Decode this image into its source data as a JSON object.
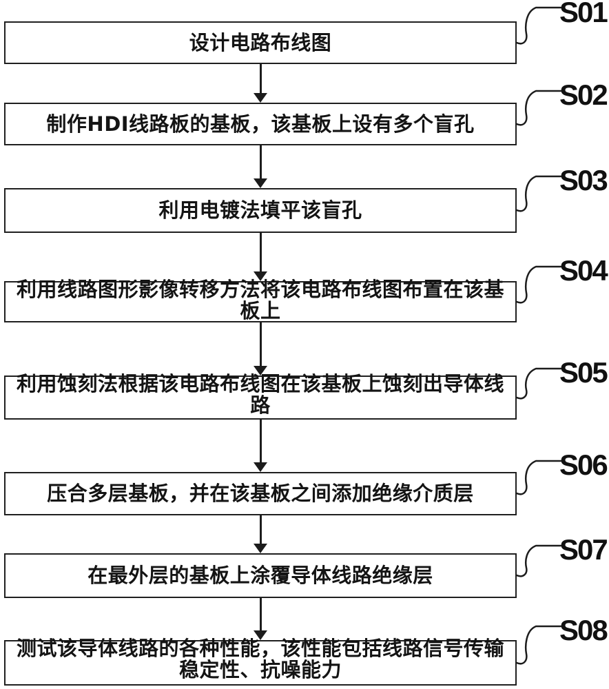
{
  "figure": {
    "type": "flowchart",
    "direction": "top-down",
    "background_color": "#ffffff",
    "line_color": "#1c1c1c",
    "text_color": "#141414",
    "steps": [
      {
        "id": "S01",
        "lines": [
          "设计电路布线图"
        ]
      },
      {
        "id": "S02",
        "lines": [
          "制作HDI线路板的基板，该基板上设有多个盲孔"
        ]
      },
      {
        "id": "S03",
        "lines": [
          "利用电镀法填平该盲孔"
        ]
      },
      {
        "id": "S04",
        "lines": [
          "利用线路图形影像转移方法将该电路布线图布置在该基",
          "板上"
        ]
      },
      {
        "id": "S05",
        "lines": [
          "利用蚀刻法根据该电路布线图在该基板上蚀刻出导体线",
          "路"
        ]
      },
      {
        "id": "S06",
        "lines": [
          "压合多层基板，并在该基板之间添加绝缘介质层"
        ]
      },
      {
        "id": "S07",
        "lines": [
          "在最外层的基板上涂覆导体线路绝缘层"
        ]
      },
      {
        "id": "S08",
        "lines": [
          "测试该导体线路的各种性能，该性能包括线路信号传输",
          "稳定性、抗噪能力"
        ]
      }
    ]
  }
}
